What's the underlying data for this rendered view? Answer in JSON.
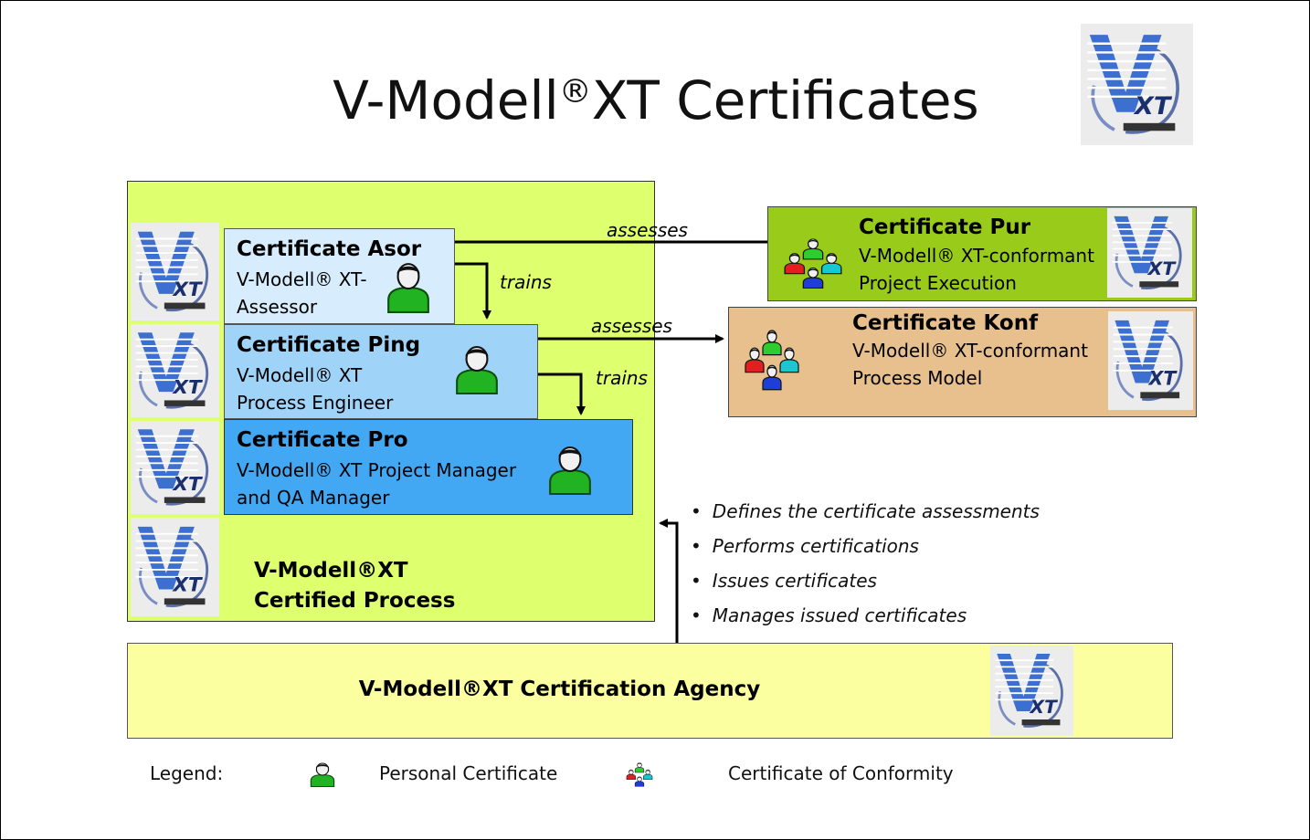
{
  "title": {
    "prefix": "V-Modell",
    "reg": "®",
    "suffix": "XT Certificates"
  },
  "process_box": {
    "line1": "V-Modell®XT",
    "line2": "Certified Process"
  },
  "certificates": {
    "asor": {
      "title": "Certificate Asor",
      "desc": [
        "V-Modell® XT-",
        "Assessor"
      ]
    },
    "ping": {
      "title": "Certificate Ping",
      "desc": [
        "V-Modell® XT",
        "Process Engineer"
      ]
    },
    "pro": {
      "title": "Certificate Pro",
      "desc": [
        "V-Modell® XT Project Manager",
        "and QA Manager"
      ]
    },
    "pur": {
      "title": "Certificate Pur",
      "desc": [
        "V-Modell® XT-conformant",
        "Project Execution"
      ]
    },
    "konf": {
      "title": "Certificate Konf",
      "desc": [
        "V-Modell® XT-conformant",
        "Process Model"
      ]
    }
  },
  "connectors": {
    "assesses_1": "assesses",
    "assesses_2": "assesses",
    "trains_1": "trains",
    "trains_2": "trains"
  },
  "agency": {
    "label": "V-Modell®XT Certification Agency",
    "tasks": [
      "Defines the certificate assessments",
      "Performs certifications",
      "Issues certificates",
      "Manages issued certificates"
    ]
  },
  "legend": {
    "label": "Legend:",
    "personal": "Personal Certificate",
    "conformity": "Certificate of Conformity"
  },
  "logo_text": "XT",
  "colors": {
    "process_green": "#deff6e",
    "asor_blue": "#d7ecfd",
    "ping_blue": "#9fd3f8",
    "pro_blue": "#42a8f4",
    "pur_green": "#99cc1a",
    "konf_tan": "#e8c08e",
    "agency_yellow": "#fbff9f"
  },
  "icons": [
    "vmodell-xt-logo-icon",
    "person-icon",
    "people-group-icon"
  ]
}
